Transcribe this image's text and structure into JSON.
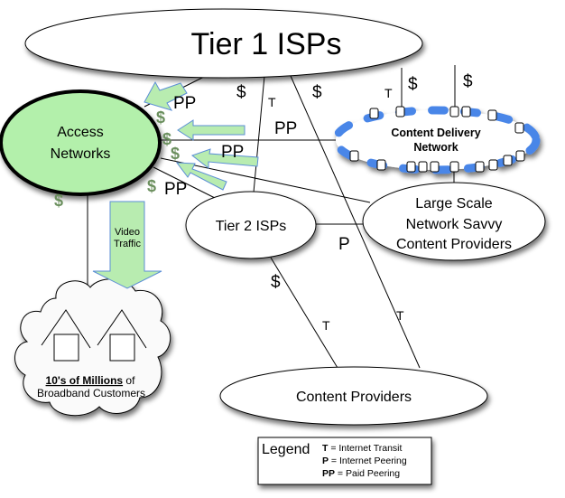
{
  "nodes": {
    "tier1": "Tier 1 ISPs",
    "access": [
      "Access",
      "Networks"
    ],
    "cdn": [
      "Content Delivery",
      "Network"
    ],
    "tier2": "Tier 2 ISPs",
    "large_scale": [
      "Large Scale",
      "Network Savvy",
      "Content Providers"
    ],
    "content_providers": "Content Providers",
    "customers": {
      "bold": "10's of Millions",
      "rest": " of",
      "line2": "Broadband Customers"
    }
  },
  "video_traffic": [
    "Video",
    "Traffic"
  ],
  "edge_labels": {
    "pp1": "PP",
    "pp2": "PP",
    "pp3": "PP",
    "pp4": "PP",
    "t1": "T",
    "t2": "T",
    "t3": "T",
    "t4": "T",
    "p1": "P",
    "d1": "$",
    "d2": "$",
    "d3": "$",
    "d4": "$",
    "d5": "$"
  },
  "green_dollars": [
    "$",
    "$",
    "$",
    "$",
    "$"
  ],
  "legend": {
    "title": "Legend",
    "items": [
      {
        "key": "T",
        "desc": " = Internet Transit"
      },
      {
        "key": "P",
        "desc": " = Internet Peering"
      },
      {
        "key": "PP",
        "desc": " = Paid Peering"
      }
    ]
  },
  "colors": {
    "access_fill": "#b3f0ab",
    "arrow_fill": "#b8ecb0",
    "arrow_stroke": "#5b8ed6",
    "cdn_dash": "#4a86e8",
    "money_green": "#6b8f5e"
  }
}
